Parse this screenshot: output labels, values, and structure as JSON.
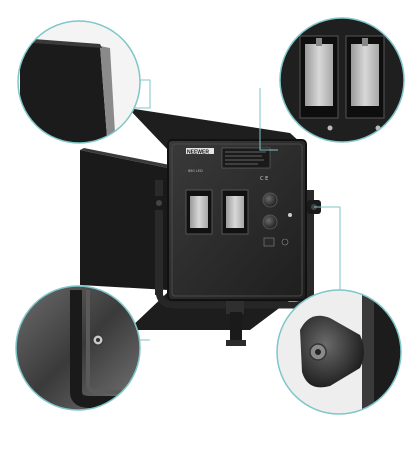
{
  "product": {
    "brand_label": "NEEWER",
    "model_label": "660 LED",
    "ce_mark": "C E"
  },
  "colors": {
    "background": "#ffffff",
    "callout_ring": "#7fc6c9",
    "panel_body": "#2a2a2a",
    "panel_edge": "#111111",
    "barn_door": "#1c1c1c",
    "battery": "#bfbfbf"
  },
  "callouts": [
    {
      "name": "barn-door-detail"
    },
    {
      "name": "battery-slot-detail"
    },
    {
      "name": "corner-screw-detail"
    },
    {
      "name": "knob-detail"
    }
  ]
}
